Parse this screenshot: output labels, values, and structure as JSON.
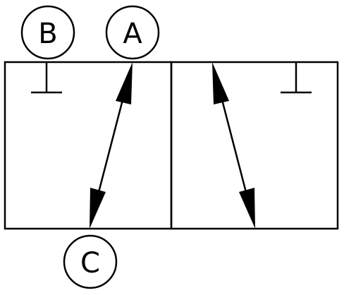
{
  "ports": {
    "b": {
      "label": "B"
    },
    "a": {
      "label": "A"
    },
    "c": {
      "label": "C"
    }
  },
  "colors": {
    "stroke": "#000000",
    "background": "#ffffff"
  }
}
